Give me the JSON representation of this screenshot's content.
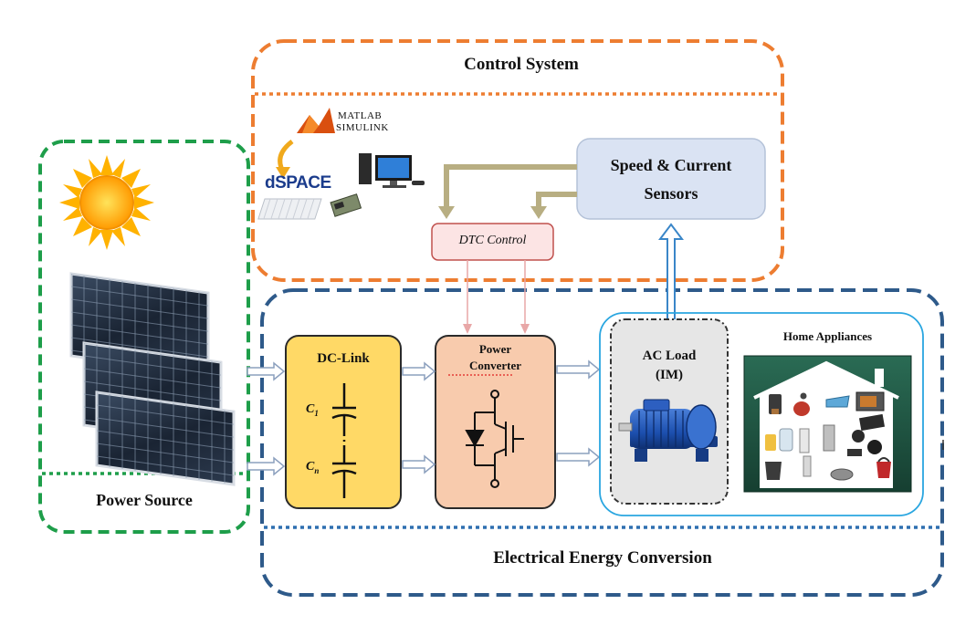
{
  "colors": {
    "control_border": "#ED7D31",
    "source_border": "#1E9E4A",
    "conversion_border": "#2E5A8A",
    "dclink_fill": "#FFD966",
    "converter_fill": "#F8CBAD",
    "sensors_fill": "#DAE3F3",
    "dtc_border": "#C0504D",
    "dtc_fill": "#FCE4E4",
    "arrow_tan": "#B8AE82",
    "arrow_blue": "#3A86C8",
    "appliance_bg": "#1F5C46"
  },
  "control_system": {
    "title": "Control System",
    "matlab_label_1": "MATLAB",
    "matlab_label_2": "SIMULINK",
    "dspace_label": "dSPACE",
    "sensors_label_1": "Speed & Current",
    "sensors_label_2": "Sensors",
    "dtc_label": "DTC Control"
  },
  "power_source": {
    "title": "Power Source"
  },
  "conversion": {
    "title": "Electrical Energy Conversion",
    "dclink_label": "DC-Link",
    "cap_1_label": "C",
    "cap_1_sub": "1",
    "cap_n_label": "C",
    "cap_n_sub": "n",
    "converter_label_1": "Power",
    "converter_label_2": "Converter",
    "ac_load_label_1": "AC Load",
    "ac_load_label_2": "(IM)",
    "home_label": "Home Appliances"
  }
}
